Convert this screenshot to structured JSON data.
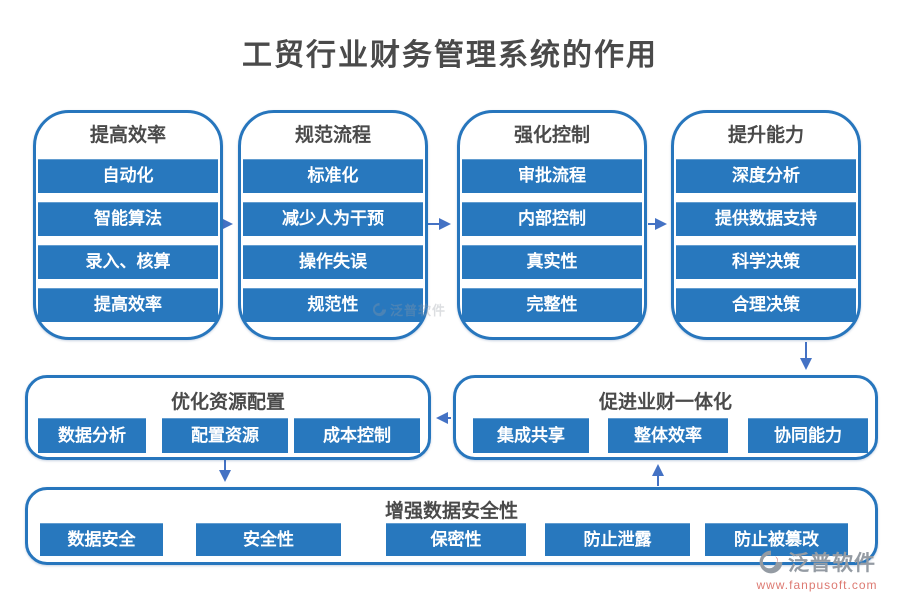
{
  "title": "工贸行业财务管理系统的作用",
  "columns": [
    {
      "title": "提高效率",
      "items": [
        "自动化",
        "智能算法",
        "录入、核算",
        "提高效率"
      ]
    },
    {
      "title": "规范流程",
      "items": [
        "标准化",
        "减少人为干预",
        "操作失误",
        "规范性"
      ]
    },
    {
      "title": "强化控制",
      "items": [
        "审批流程",
        "内部控制",
        "真实性",
        "完整性"
      ]
    },
    {
      "title": "提升能力",
      "items": [
        "深度分析",
        "提供数据支持",
        "科学决策",
        "合理决策"
      ]
    }
  ],
  "optimize": {
    "title": "优化资源配置",
    "items": [
      "数据分析",
      "配置资源",
      "成本控制"
    ]
  },
  "integration": {
    "title": "促进业财一体化",
    "items": [
      "集成共享",
      "整体效率",
      "协同能力"
    ]
  },
  "security": {
    "title": "增强数据安全性",
    "items": [
      "数据安全",
      "安全性",
      "保密性",
      "防止泄露",
      "防止被篡改"
    ]
  },
  "watermark": {
    "brand": "泛普软件",
    "url": "www.fanpusoft.com"
  },
  "colors": {
    "button_blue": "#2878BE",
    "box_border": "#2776BD",
    "arrow_blue": "#4472C4",
    "heading_gray": "#4A4A4A",
    "watermark_gray": "#949BA3",
    "watermark_red": "#DD7A72"
  }
}
